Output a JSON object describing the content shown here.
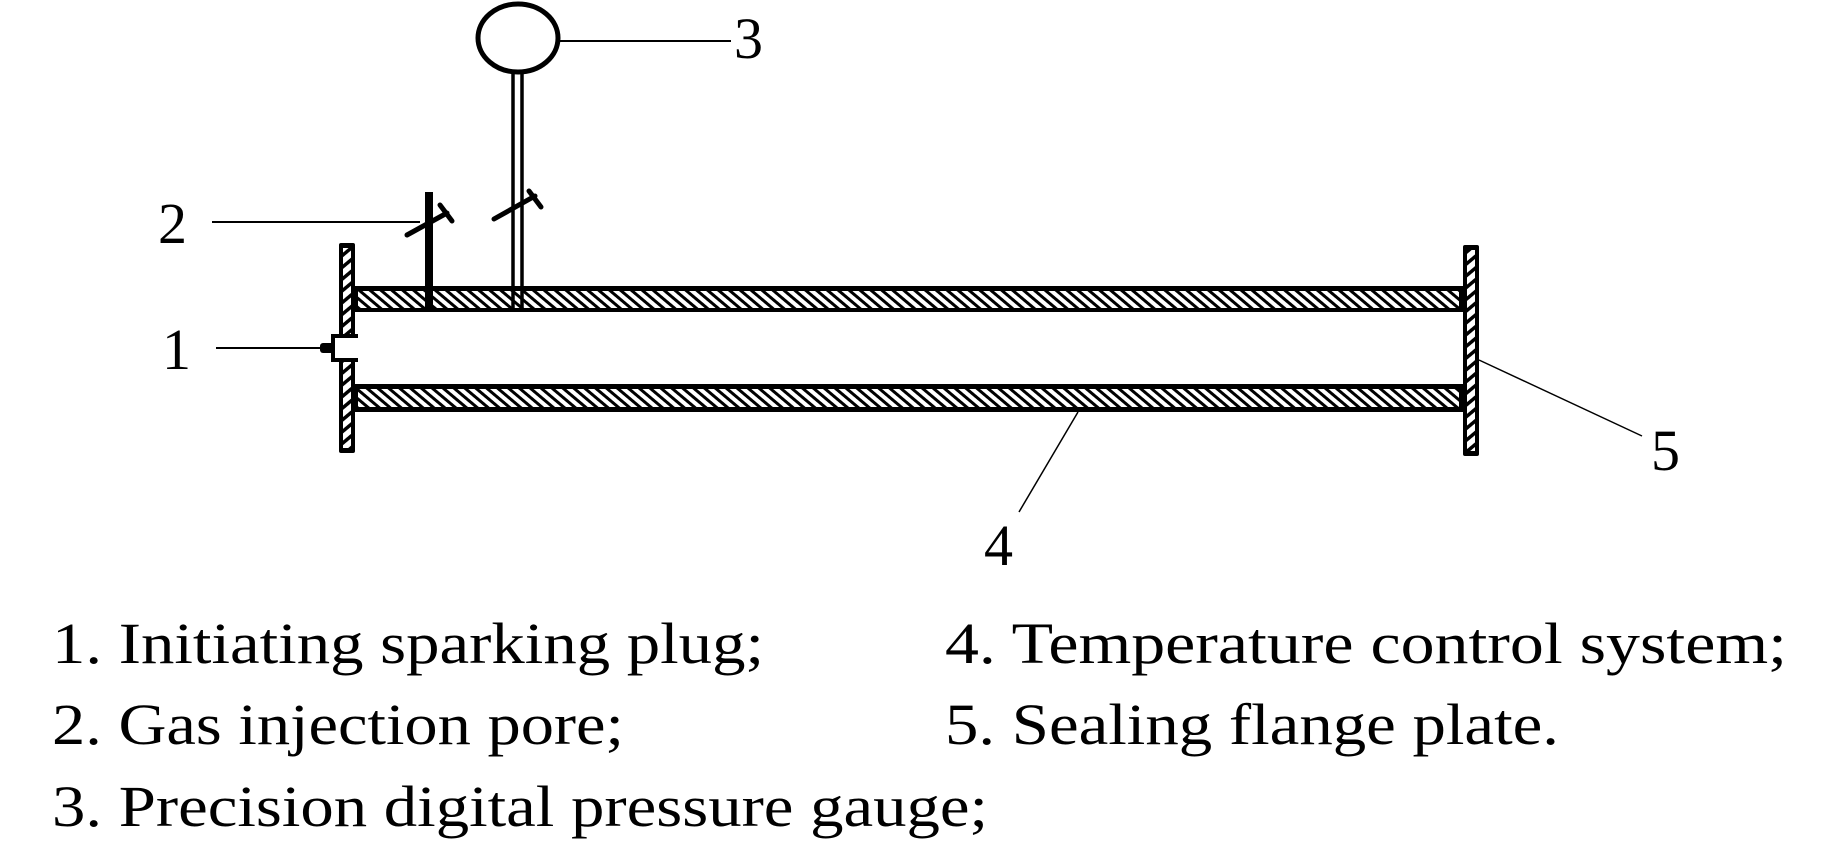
{
  "diagram": {
    "type": "schematic",
    "subject": "explosion test tube apparatus",
    "colors": {
      "line": "#000000",
      "background": "#ffffff"
    },
    "callouts": [
      {
        "id": "1",
        "text": "1"
      },
      {
        "id": "2",
        "text": "2"
      },
      {
        "id": "3",
        "text": "3"
      },
      {
        "id": "4",
        "text": "4"
      },
      {
        "id": "5",
        "text": "5"
      }
    ],
    "legend": [
      {
        "num": "1",
        "text": "1. Initiating sparking plug;"
      },
      {
        "num": "2",
        "text": "2. Gas injection pore;"
      },
      {
        "num": "3",
        "text": "3. Precision digital pressure gauge;"
      },
      {
        "num": "4",
        "text": "4. Temperature control system;"
      },
      {
        "num": "5",
        "text": "5. Sealing flange plate."
      }
    ]
  }
}
